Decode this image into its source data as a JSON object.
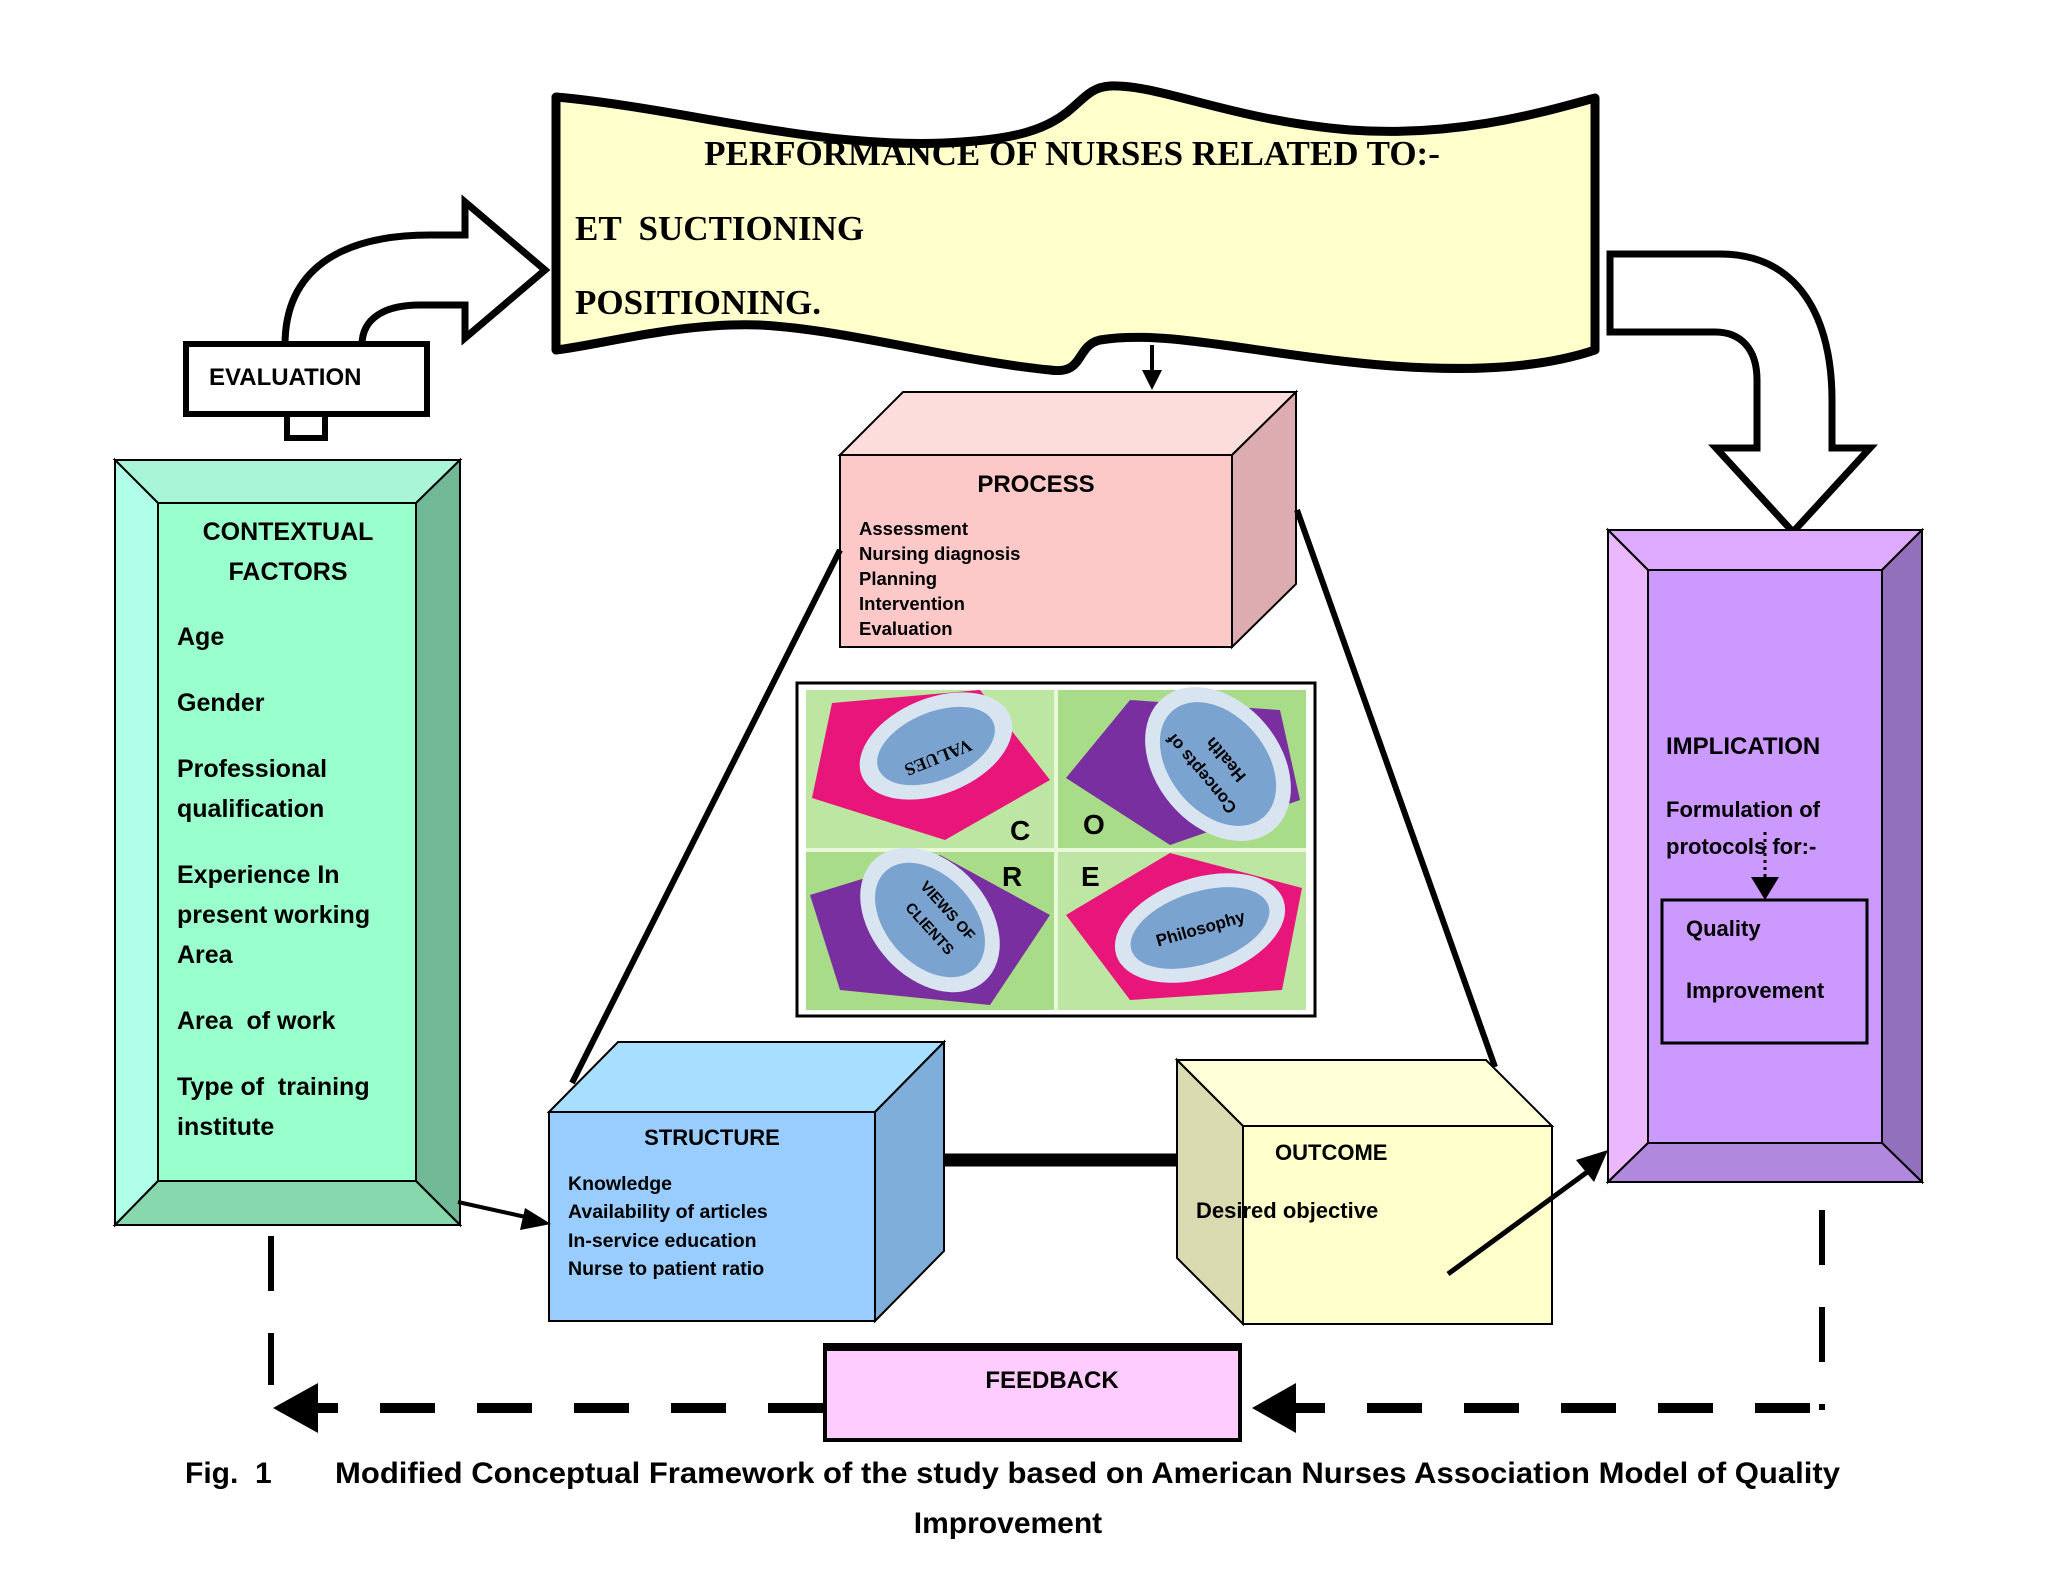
{
  "banner": {
    "title": "PERFORMANCE OF NURSES RELATED TO:-",
    "lines": [
      "ET  SUCTIONING",
      "POSITIONING."
    ],
    "fill": "#FFFFCC"
  },
  "evaluation": {
    "label": "EVALUATION"
  },
  "contextual": {
    "title_lines": [
      "CONTEXTUAL",
      "FACTORS"
    ],
    "items": [
      [
        "Age"
      ],
      [
        "Gender"
      ],
      [
        "Professional",
        "qualification"
      ],
      [
        "Experience In",
        "present working",
        "Area"
      ],
      [
        "Area  of work"
      ],
      [
        "Type of  training",
        "institute"
      ]
    ],
    "colors": {
      "face": "#99FFCC",
      "top": "#A8F5D8",
      "left": "#B0FFE8",
      "right": "#70B896",
      "bottom": "#88D8AE"
    }
  },
  "process": {
    "title": "PROCESS",
    "items": [
      "Assessment",
      "Nursing diagnosis",
      "Planning",
      "Intervention",
      "Evaluation"
    ],
    "colors": {
      "front": "#FCC8C8",
      "top": "#FDDCDC",
      "side": "#DCACB0"
    }
  },
  "core": {
    "letters": [
      "C",
      "O",
      "R",
      "E"
    ],
    "quadrants": [
      {
        "label_lines": [
          "VALUES"
        ],
        "shape_color": "#E8167A"
      },
      {
        "label_lines": [
          "Concepts of",
          "Health"
        ],
        "shape_color": "#7A2FA0"
      },
      {
        "label_lines": [
          "VIEWS OF",
          "CLIENTS"
        ],
        "shape_color": "#7A2FA0"
      },
      {
        "label_lines": [
          "Philosophy"
        ],
        "shape_color": "#E8167A"
      }
    ],
    "colors": {
      "bg": "#A8DC88",
      "oval": "#7BA3D0",
      "ring": "#D8E4F0"
    }
  },
  "structure": {
    "title": "STRUCTURE",
    "items": [
      "Knowledge",
      "Availability of articles",
      "In-service education",
      "Nurse to patient ratio"
    ],
    "colors": {
      "front": "#99CCFF",
      "top": "#A8DEFF",
      "side": "#80AEDA"
    }
  },
  "outcome": {
    "title": "OUTCOME",
    "items": [
      "Desired objective"
    ],
    "colors": {
      "front": "#FFFFCC",
      "top": "#FFFFD8",
      "side": "#DADAB0"
    }
  },
  "implication": {
    "title": "IMPLICATION",
    "text_lines": [
      "Formulation of",
      "protocols for:-"
    ],
    "sub_lines": [
      "Quality",
      "Improvement"
    ],
    "colors": {
      "face": "#CC99FF",
      "top": "#DDAAFF",
      "left": "#EBB8FF",
      "right": "#9370BB",
      "bottom": "#B088DD"
    }
  },
  "feedback": {
    "label": "FEEDBACK",
    "fill": "#FFCCFF"
  },
  "caption": {
    "line1_prefix": "Fig.  1",
    "line1": "Modified Conceptual Framework of the study based on American Nurses Association Model of Quality",
    "line2": "Improvement"
  }
}
